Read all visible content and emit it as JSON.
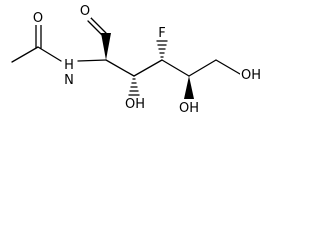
{
  "molecule": {
    "atoms": {
      "aldehyde_o": "O",
      "amide_o": "O",
      "nh": "N",
      "nh_h": "H",
      "fluorine": "F",
      "oh_c3": "OH",
      "oh_c5": "OH",
      "oh_c6": "OH"
    }
  }
}
